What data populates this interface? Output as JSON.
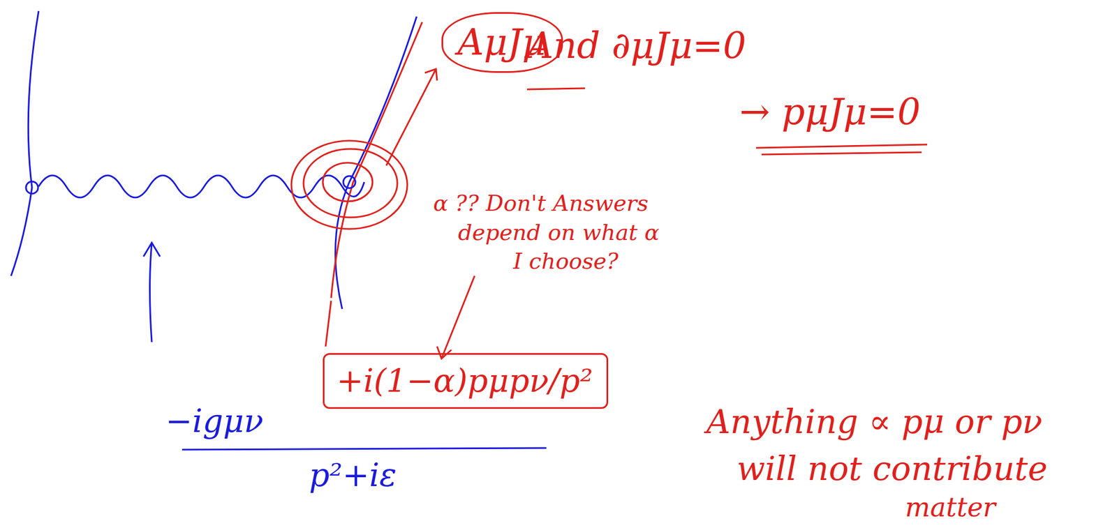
{
  "diagram": {
    "nodes": [
      {
        "text": [
          "AμJμ"
        ]
      },
      {
        "text": [
          "+i(1−α)pμpν/p²"
        ]
      }
    ],
    "labels": [
      "And ∂μJμ=0",
      "→ pμJμ=0",
      "α ?? Don't Answers",
      "depend on what α",
      "I choose?",
      "−igμν",
      "p²+iε",
      "Anything ∝ pμ or pν",
      "will not contribute",
      "matter"
    ]
  }
}
